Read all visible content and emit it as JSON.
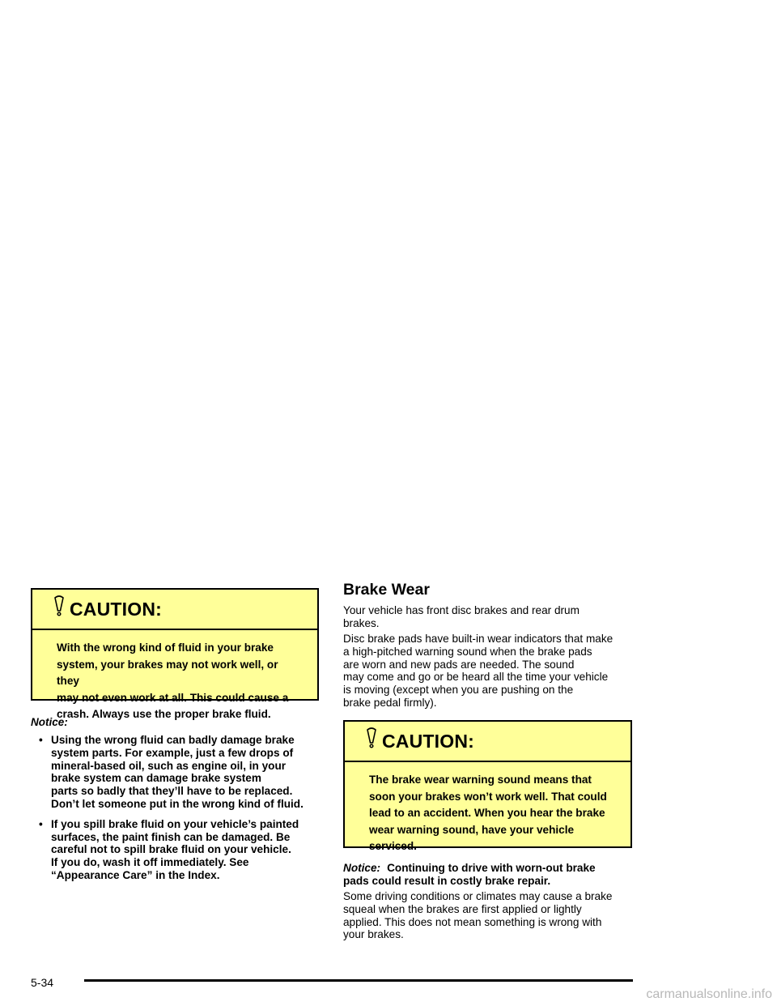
{
  "left_column": {
    "caution": {
      "title": "CAUTION:",
      "lines": [
        "With the wrong kind of fluid in your brake",
        "system, your brakes may not work well, or they",
        "may not even work at all. This could cause a",
        "crash. Always use the proper brake fluid."
      ]
    },
    "notice_label": "Notice:",
    "bullets": [
      {
        "lines": [
          "Using the wrong fluid can badly damage brake",
          "system parts. For example, just a few drops of",
          "mineral-based oil, such as engine oil, in your",
          "brake system can damage brake system",
          "parts so badly that they’ll have to be replaced.",
          "Don’t let someone put in the wrong kind of fluid."
        ]
      },
      {
        "lines": [
          "If you spill brake fluid on your vehicle’s painted",
          "surfaces, the paint finish can be damaged. Be",
          "careful not to spill brake fluid on your vehicle.",
          "If you do, wash it off immediately. See",
          "“Appearance Care” in the Index."
        ]
      }
    ]
  },
  "right_column": {
    "heading": "Brake Wear",
    "para1_lines": [
      "Your vehicle has front disc brakes and rear drum",
      "brakes."
    ],
    "para2_lines": [
      "Disc brake pads have built-in wear indicators that make",
      "a high-pitched warning sound when the brake pads",
      "are worn and new pads are needed. The sound",
      "may come and go or be heard all the time your vehicle",
      "is moving (except when you are pushing on the",
      "brake pedal firmly)."
    ],
    "caution": {
      "title": "CAUTION:",
      "lines": [
        "The brake wear warning sound means that",
        "soon your brakes won’t work well. That could",
        "lead to an accident. When you hear the brake",
        "wear warning sound, have your vehicle",
        "serviced."
      ]
    },
    "notice_label": "Notice:",
    "notice_lines": [
      "Continuing to drive with worn-out brake",
      "pads could result in costly brake repair."
    ],
    "para4_lines": [
      "Some driving conditions or climates may cause a brake",
      "squeal when the brakes are first applied or lightly",
      "applied. This does not mean something is wrong with",
      "your brakes."
    ]
  },
  "footer": {
    "page_number": "5-34",
    "watermark": "carmanualsonline.info"
  },
  "colors": {
    "caution_fill": "#ffff99",
    "border": "#000000",
    "watermark": "#b8b8b8"
  }
}
